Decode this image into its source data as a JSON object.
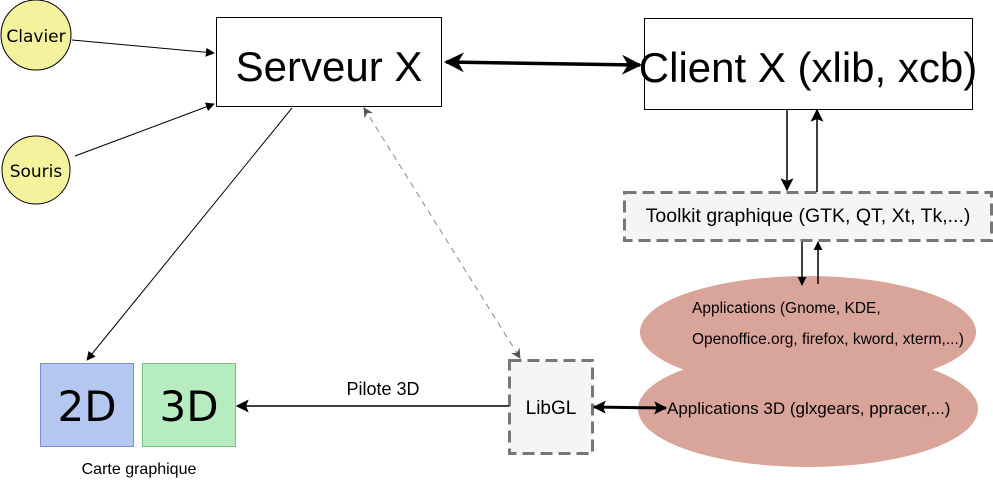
{
  "nodes": {
    "clavier": "Clavier",
    "souris": "Souris",
    "serveur": "Serveur X",
    "client": "Client X (xlib, xcb)",
    "toolkit": "Toolkit graphique (GTK, QT, Xt, Tk,...)",
    "apps_line1": "Applications (Gnome, KDE,",
    "apps_line2": "Openoffice.org, firefox, kword, xterm,...)",
    "apps3d": "Applications 3D (glxgears, ppracer,...)",
    "libgl": "LibGL",
    "card2d": "2D",
    "card3d": "3D",
    "carte": "Carte graphique",
    "pilote": "Pilote 3D"
  },
  "colors": {
    "input_fill": "#f5f29e",
    "cloud_fill": "#d9a59a",
    "card2d_fill": "#b4c7f0",
    "card3d_fill": "#b6ecbf",
    "dashed_box_fill": "#f5f5f5",
    "dashed_border": "#777777"
  }
}
